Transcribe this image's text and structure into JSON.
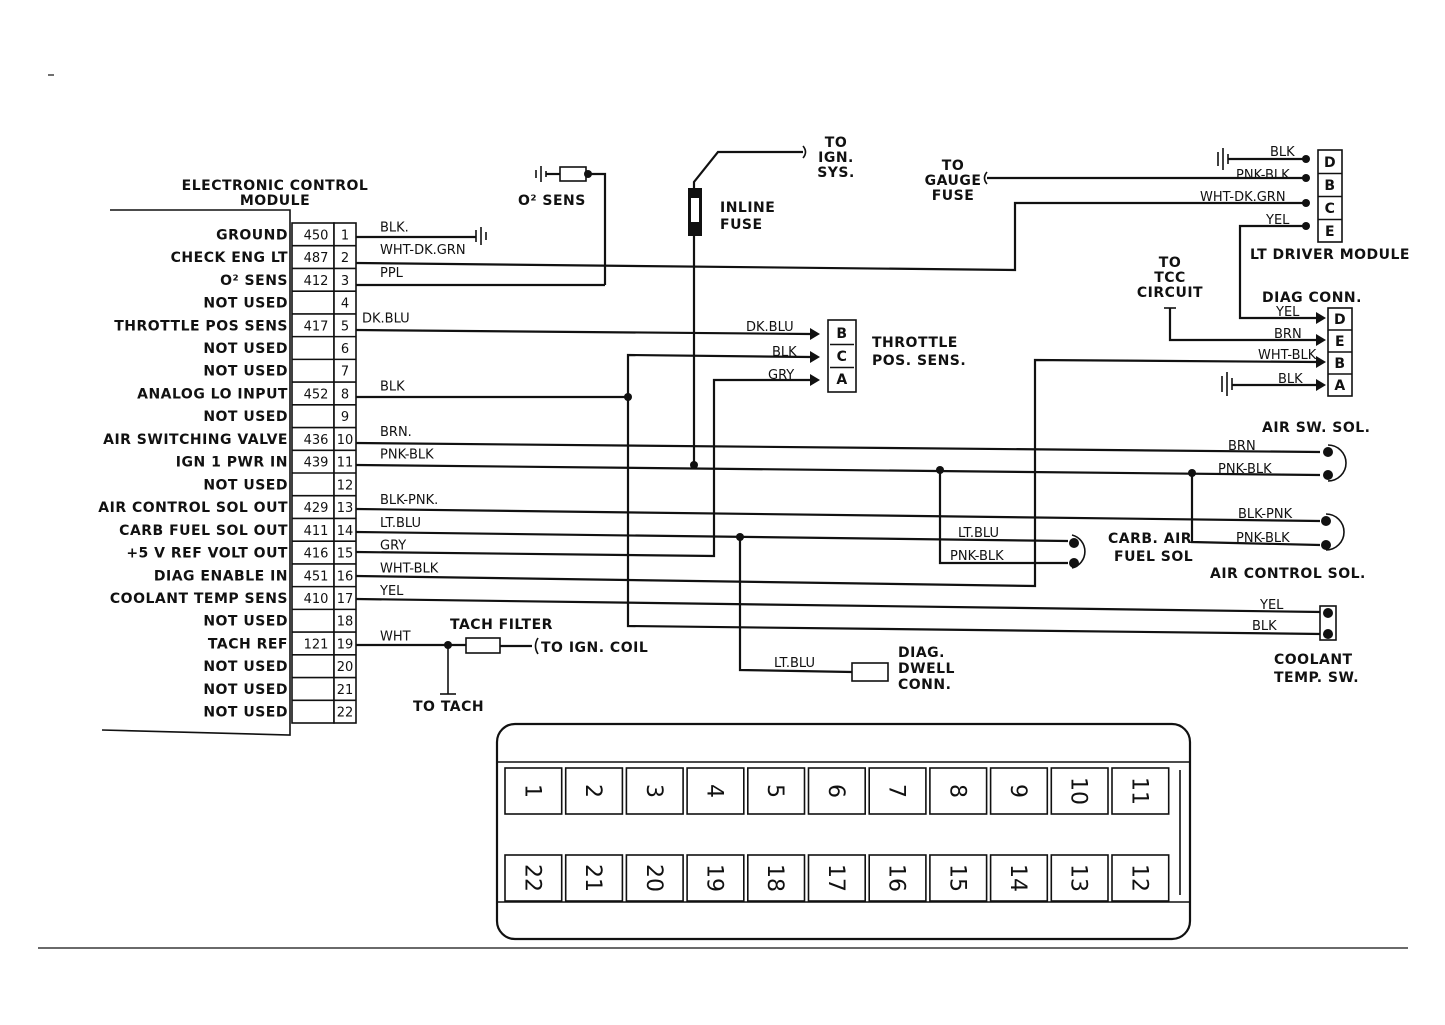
{
  "ecm": {
    "title_line1": "ELECTRONIC CONTROL",
    "title_line2": "MODULE",
    "pins": [
      {
        "label": "GROUND",
        "circuit": "450",
        "pin": "1",
        "wire": "BLK."
      },
      {
        "label": "CHECK ENG LT",
        "circuit": "487",
        "pin": "2",
        "wire": "WHT-DK.GRN"
      },
      {
        "label": "O² SENS",
        "circuit": "412",
        "pin": "3",
        "wire": "PPL"
      },
      {
        "label": "NOT USED",
        "circuit": "",
        "pin": "4",
        "wire": ""
      },
      {
        "label": "THROTTLE POS SENS",
        "circuit": "417",
        "pin": "5",
        "wire": "DK.BLU"
      },
      {
        "label": "NOT USED",
        "circuit": "",
        "pin": "6",
        "wire": ""
      },
      {
        "label": "NOT USED",
        "circuit": "",
        "pin": "7",
        "wire": ""
      },
      {
        "label": "ANALOG LO INPUT",
        "circuit": "452",
        "pin": "8",
        "wire": "BLK"
      },
      {
        "label": "NOT USED",
        "circuit": "",
        "pin": "9",
        "wire": ""
      },
      {
        "label": "AIR SWITCHING VALVE",
        "circuit": "436",
        "pin": "10",
        "wire": "BRN."
      },
      {
        "label": "IGN 1 PWR IN",
        "circuit": "439",
        "pin": "11",
        "wire": "PNK-BLK"
      },
      {
        "label": "NOT USED",
        "circuit": "",
        "pin": "12",
        "wire": ""
      },
      {
        "label": "AIR CONTROL SOL OUT",
        "circuit": "429",
        "pin": "13",
        "wire": "BLK-PNK."
      },
      {
        "label": "CARB FUEL SOL OUT",
        "circuit": "411",
        "pin": "14",
        "wire": "LT.BLU"
      },
      {
        "label": "+5 V REF VOLT OUT",
        "circuit": "416",
        "pin": "15",
        "wire": "GRY"
      },
      {
        "label": "DIAG ENABLE IN",
        "circuit": "451",
        "pin": "16",
        "wire": "WHT-BLK"
      },
      {
        "label": "COOLANT TEMP SENS",
        "circuit": "410",
        "pin": "17",
        "wire": "YEL"
      },
      {
        "label": "NOT USED",
        "circuit": "",
        "pin": "18",
        "wire": ""
      },
      {
        "label": "TACH REF",
        "circuit": "121",
        "pin": "19",
        "wire": "WHT"
      },
      {
        "label": "NOT USED",
        "circuit": "",
        "pin": "20",
        "wire": ""
      },
      {
        "label": "NOT USED",
        "circuit": "",
        "pin": "21",
        "wire": ""
      },
      {
        "label": "NOT USED",
        "circuit": "",
        "pin": "22",
        "wire": ""
      }
    ]
  },
  "o2_sensor": {
    "label": "O² SENS"
  },
  "ign_sys": {
    "line1": "TO",
    "line2": "IGN.",
    "line3": "SYS."
  },
  "inline_fuse": {
    "line1": "INLINE",
    "line2": "FUSE"
  },
  "gauge_fuse": {
    "line1": "TO",
    "line2": "GAUGE",
    "line3": "FUSE"
  },
  "lt_driver": {
    "label": "LT DRIVER MODULE",
    "pins": [
      "D",
      "B",
      "C",
      "E"
    ],
    "wires": [
      "BLK",
      "PNK-BLK",
      "WHT-DK.GRN",
      "YEL"
    ]
  },
  "tcc": {
    "line1": "TO",
    "line2": "TCC",
    "line3": "CIRCUIT"
  },
  "diag_conn": {
    "label": "DIAG   CONN.",
    "pins": [
      "D",
      "E",
      "B",
      "A"
    ],
    "wires": [
      "YEL",
      "BRN",
      "WHT-BLK",
      "BLK"
    ]
  },
  "tps": {
    "line1": "THROTTLE",
    "line2": "POS. SENS.",
    "pins": [
      "B",
      "C",
      "A"
    ],
    "wires": [
      "DK.BLU",
      "BLK",
      "GRY"
    ]
  },
  "air_sw_sol": {
    "label": "AIR SW. SOL.",
    "wires": [
      "BRN",
      "PNK-BLK"
    ]
  },
  "air_control_sol": {
    "label": "AIR CONTROL SOL.",
    "wires": [
      "BLK-PNK",
      "PNK-BLK"
    ]
  },
  "carb_air_fuel_sol": {
    "line1": "CARB. AIR",
    "line2": "FUEL SOL",
    "wires": [
      "LT.BLU",
      "PNK-BLK"
    ]
  },
  "coolant_temp_sw": {
    "line1": "COOLANT",
    "line2": "TEMP. SW.",
    "wires": [
      "YEL",
      "BLK"
    ]
  },
  "diag_dwell": {
    "line1": "DIAG.",
    "line2": "DWELL",
    "line3": "CONN.",
    "wire": "LT.BLU"
  },
  "tach": {
    "filter_label": "TACH FILTER",
    "coil_label": "TO IGN. COIL",
    "tach_label": "TO TACH"
  },
  "connector_face": {
    "top_row": [
      "1",
      "2",
      "3",
      "4",
      "5",
      "6",
      "7",
      "8",
      "9",
      "10",
      "11"
    ],
    "bottom_row": [
      "22",
      "21",
      "20",
      "19",
      "18",
      "17",
      "16",
      "15",
      "14",
      "13",
      "12"
    ]
  }
}
